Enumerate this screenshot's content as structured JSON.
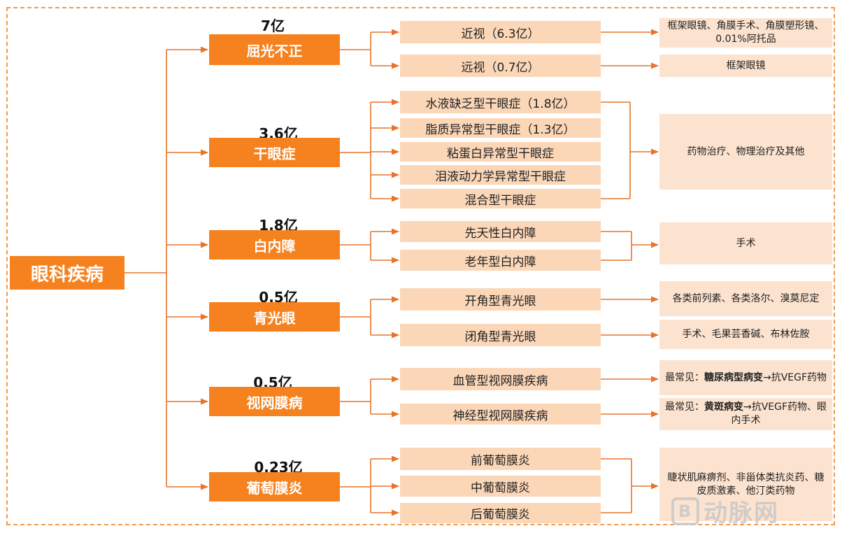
{
  "root": "眼科疾病",
  "categories": [
    {
      "name": "屈光不正",
      "count": "7亿",
      "subs": [
        "近视（6.3亿）",
        "远视（0.7亿）"
      ],
      "treatments": [
        {
          "pre": "",
          "bold": "",
          "post": "框架眼镜、角膜手术、角膜塑形镜、0.01%阿托品"
        },
        {
          "pre": "",
          "bold": "",
          "post": "框架眼镜"
        }
      ]
    },
    {
      "name": "干眼症",
      "count": "3.6亿",
      "subs": [
        "水液缺乏型干眼症（1.8亿）",
        "脂质异常型干眼症（1.3亿）",
        "粘蛋白异常型干眼症",
        "泪液动力学异常型干眼症",
        "混合型干眼症"
      ],
      "treatments": [
        {
          "pre": "",
          "bold": "",
          "post": "药物治疗、物理治疗及其他"
        }
      ]
    },
    {
      "name": "白内障",
      "count": "1.8亿",
      "subs": [
        "先天性白内障",
        "老年型白内障"
      ],
      "treatments": [
        {
          "pre": "",
          "bold": "",
          "post": "手术"
        }
      ]
    },
    {
      "name": "青光眼",
      "count": "0.5亿",
      "subs": [
        "开角型青光眼",
        "闭角型青光眼"
      ],
      "treatments": [
        {
          "pre": "",
          "bold": "",
          "post": "各类前列素、各类洛尔、溴莫尼定"
        },
        {
          "pre": "",
          "bold": "",
          "post": "手术、毛果芸香碱、布林佐胺"
        }
      ]
    },
    {
      "name": "视网膜病",
      "count": "0.5亿",
      "subs": [
        "血管型视网膜疾病",
        "神经型视网膜疾病"
      ],
      "treatments": [
        {
          "pre": "最常见：",
          "bold": "糖尿病型病变",
          "post": "→抗VEGF药物"
        },
        {
          "pre": "最常见：",
          "bold": "黄斑病变",
          "post": "→抗VEGF药物、眼内手术"
        }
      ]
    },
    {
      "name": "葡萄膜炎",
      "count": "0.23亿",
      "subs": [
        "前葡萄膜炎",
        "中葡萄膜炎",
        "后葡萄膜炎"
      ],
      "treatments": [
        {
          "pre": "",
          "bold": "",
          "post": "睫状肌麻痹剂、非甾体类抗炎药、糖皮质激素、他汀类药物"
        }
      ]
    }
  ],
  "watermark": {
    "logo": "B",
    "text": "动脉网"
  },
  "colors": {
    "accent": "#f5821f",
    "sub_fill": "#fbd7b8",
    "treat_fill": "#fce3cf",
    "line": "#e8742a",
    "frame": "#f39a4a"
  }
}
